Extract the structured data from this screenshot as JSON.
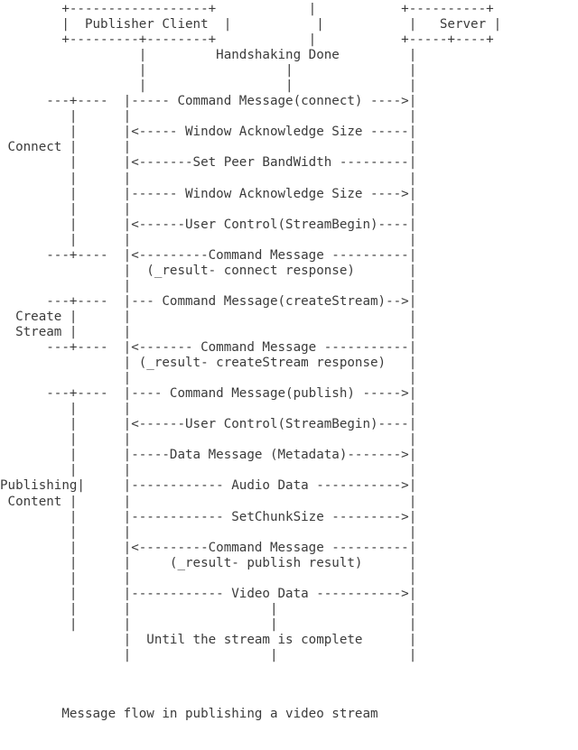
{
  "document": {
    "kind": "ascii-sequence-diagram",
    "caption": "        Message flow in publishing a video stream",
    "colors": {
      "background": "#ffffff",
      "text": "#3b3b3b"
    }
  },
  "participants": [
    {
      "name": "Publisher Client",
      "box_label": "| Publisher Client |"
    },
    {
      "name": "Server",
      "box_label": "|   Server |"
    }
  ],
  "phases": [
    {
      "label": "Connect",
      "lines": [
        "Connect"
      ]
    },
    {
      "label": "Create Stream",
      "lines": [
        "Create",
        "Stream"
      ]
    },
    {
      "label": "Publishing Content",
      "lines": [
        "Publishing",
        "Content"
      ]
    }
  ],
  "notes": [
    "Handshaking Done",
    "Until the stream is complete"
  ],
  "messages": [
    {
      "text": "Command Message(connect)",
      "direction": "client-to-server"
    },
    {
      "text": "Window Acknowledge Size",
      "direction": "server-to-client"
    },
    {
      "text": "Set Peer BandWidth",
      "direction": "server-to-client"
    },
    {
      "text": "Window Acknowledge Size",
      "direction": "client-to-server"
    },
    {
      "text": "User Control(StreamBegin)",
      "direction": "server-to-client"
    },
    {
      "text": "Command Message",
      "sub": "(_result- connect response)",
      "direction": "server-to-client"
    },
    {
      "text": "Command Message(createStream)",
      "direction": "client-to-server"
    },
    {
      "text": "Command Message",
      "sub": "(_result- createStream response)",
      "direction": "server-to-client"
    },
    {
      "text": "Command Message(publish)",
      "direction": "client-to-server"
    },
    {
      "text": "User Control(StreamBegin)",
      "direction": "server-to-client"
    },
    {
      "text": "Data Message (Metadata)",
      "direction": "client-to-server"
    },
    {
      "text": "Audio Data",
      "direction": "client-to-server"
    },
    {
      "text": "SetChunkSize",
      "direction": "client-to-server"
    },
    {
      "text": "Command Message",
      "sub": "(_result- publish result)",
      "direction": "server-to-client"
    },
    {
      "text": "Video Data",
      "direction": "client-to-server"
    }
  ],
  "ascii": {
    "body": "        +------------------+            |            +----------+\n        |  Publisher Client  |            |            |   Server |\n        +---------+--------+            |            +-----+----+\n                  |          Handshaking Done          |\n                  |                   |                |\n                  |                   |                |\n      ---+----  |----- Command Message(connect) ----->|\n         |      |                                      |\n         |      |<----- Window Acknowledge Size ------|\n Connect |      |                                      |\n         |      |<-------Set Peer BandWidth ----------|\n         |      |                                      |\n         |      |------ Window Acknowledge Size ----->|\n         |      |                                      |\n         |      |<------User Control(StreamBegin)-----|\n         |      |                                      |\n      ---+----  |<---------Command Message -----------|\n                |  (_result- connect response)        |\n                |                                      |\n      ---+----  |--- Command Message(createStream)--->|\n  Create |      |                                      |\n  Stream |      |                                      |\n      ---+----  |<------- Command Message ------------|\n                | (_result- createStream response)    |\n                |                                      |\n      ---+----  |---- Command Message(publish) ------>|\n         |      |                                      |\n         |      |<------User Control(StreamBegin)-----|\n         |      |                                      |\n         |      |-----Data Message (Metadata)-------->|\n         |      |                                      |\nPublishing|     |------------ Audio Data ------------>|\n Content |      |                                      |\n         |      |------------ SetChunkSize ---------->|\n         |      |                                      |\n         |      |<---------Command Message ----------|\n         |      |      (_result- publish result)      |\n         |      |                                      |\n         |      |------------ Video Data ------------>|\n         |      |                   |                  |\n         |      |                   |                  |\n                |   Until the stream is complete       |\n                |                   |                  |"
  },
  "grid": {
    "char_width": 8.6,
    "line_height": 17.05,
    "font_size": 14.2,
    "rows": [
      "        +------------------+            |           +----------+",
      "        |  Publisher Client  |           |           |   Server |",
      "        +---------+--------+            |           +-----+----+",
      "                  |         Handshaking Done         |",
      "                  |                  |               |",
      "                  |                  |               |",
      "      ---+----  |----- Command Message(connect) ---->|",
      "         |      |                                    |",
      "         |      |<----- Window Acknowledge Size -----|",
      " Connect |      |                                    |",
      "         |      |<-------Set Peer BandWidth ---------|",
      "         |      |                                    |",
      "         |      |------ Window Acknowledge Size ---->|",
      "         |      |                                    |",
      "         |      |<------User Control(StreamBegin)----|",
      "         |      |                                    |",
      "      ---+----  |<---------Command Message ----------|",
      "                |  (_result- connect response)       |",
      "                |                                    |",
      "      ---+----  |--- Command Message(createStream)-->|",
      "  Create |      |                                    |",
      "  Stream |      |                                    |",
      "      ---+----  |<------- Command Message -----------|",
      "                | (_result- createStream response)   |",
      "                |                                    |",
      "      ---+----  |---- Command Message(publish) ----->|",
      "         |      |                                    |",
      "         |      |<------User Control(StreamBegin)----|",
      "         |      |                                    |",
      "         |      |-----Data Message (Metadata)------->|",
      "         |      |                                    |",
      "Publishing|     |------------ Audio Data ----------->|",
      " Content |      |                                    |",
      "         |      |------------ SetChunkSize --------->|",
      "         |      |                                    |",
      "         |      |<---------Command Message ----------|",
      "         |      |     (_result- publish result)      |",
      "         |      |                                    |",
      "         |      |------------ Video Data ----------->|",
      "         |      |                  |                 |",
      "         |      |                  |                 |",
      "                |  Until the stream is complete      |",
      "                |                  |                 |"
    ]
  }
}
